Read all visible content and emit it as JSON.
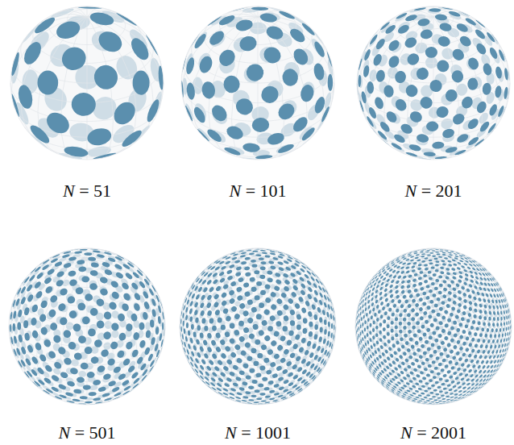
{
  "diagram": {
    "labels": [
      "N = 51",
      "N = 101",
      "N = 201",
      "N = 501",
      "N = 1001",
      "N = 2001"
    ]
  }
}
